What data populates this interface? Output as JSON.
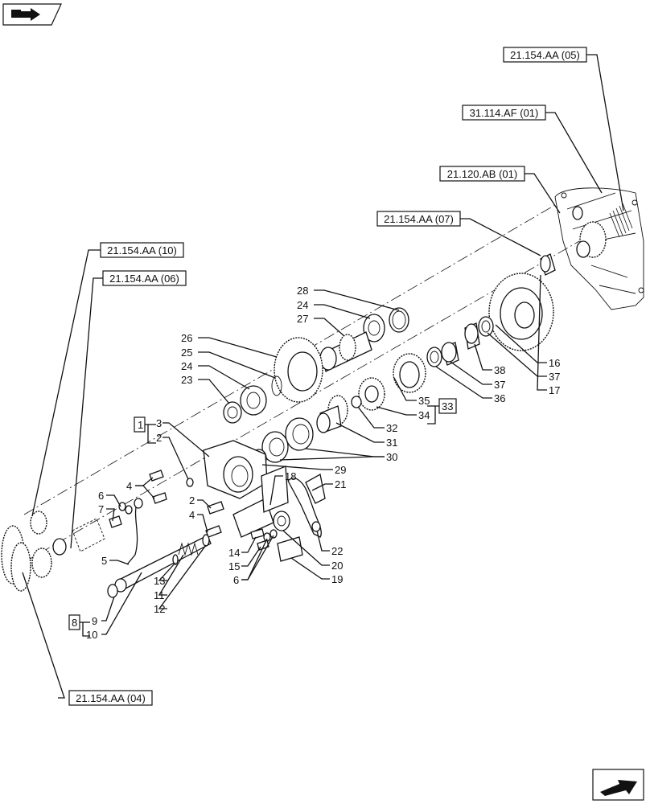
{
  "references": {
    "r1": "21.154.AA (05)",
    "r2": "31.114.AF (01)",
    "r3": "21.120.AB (01)",
    "r4": "21.154.AA (07)",
    "r5": "21.154.AA (10)",
    "r6": "21.154.AA (06)",
    "r7": "21.154.AA (04)"
  },
  "callouts": {
    "n28": "28",
    "n24a": "24",
    "n27": "27",
    "n26": "26",
    "n25": "25",
    "n24b": "24",
    "n23": "23",
    "n16": "16",
    "n37a": "37",
    "n17": "17",
    "n38": "38",
    "n37b": "37",
    "n36": "36",
    "n35": "35",
    "n34": "34",
    "n33": "33",
    "n32": "32",
    "n31": "31",
    "n30": "30",
    "n29": "29",
    "n1": "1",
    "n3": "3",
    "n2a": "2",
    "n4a": "4",
    "n6a": "6",
    "n7": "7",
    "n2b": "2",
    "n4b": "4",
    "n5": "5",
    "n18": "18",
    "n21": "21",
    "n14": "14",
    "n15": "15",
    "n6b": "6",
    "n22": "22",
    "n20": "20",
    "n19": "19",
    "n13": "13",
    "n11": "11",
    "n12": "12",
    "n8": "8",
    "n9": "9",
    "n10": "10"
  }
}
